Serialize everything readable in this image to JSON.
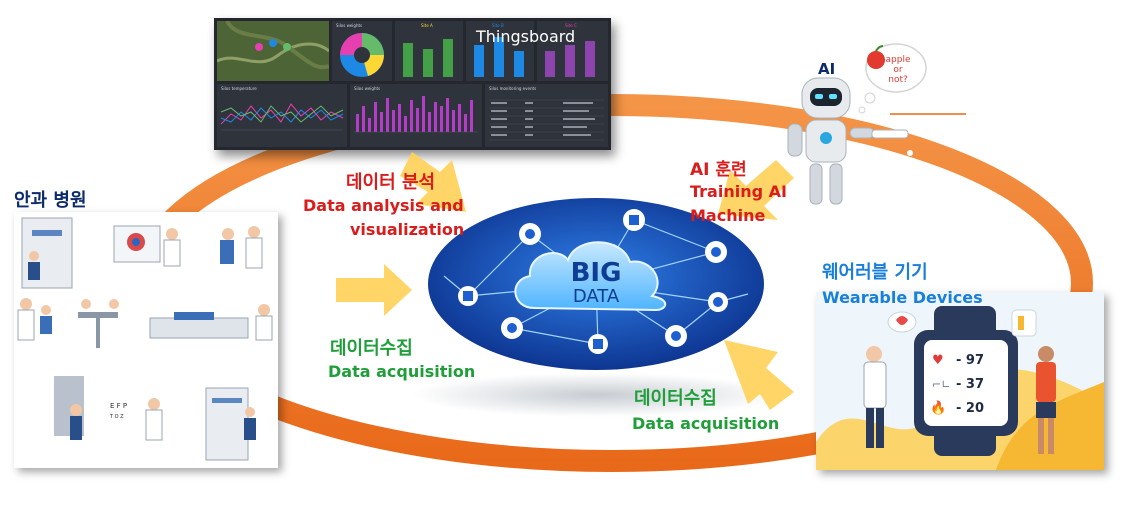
{
  "dashboard": {
    "title": "Thingsboard",
    "tiles": [
      "Silos weights",
      "Site A",
      "Site B",
      "Site C",
      "Silos temperature",
      "Silos weights",
      "Silos monitoring events"
    ],
    "accent_colors": [
      "#e63fb0",
      "#1e88e5",
      "#66bb6a",
      "#fdd835",
      "#8e44ad",
      "#43a047"
    ]
  },
  "ai": {
    "label": "AI",
    "bubble_line1": "apple",
    "bubble_line2": "or",
    "bubble_line3": "not?"
  },
  "hospital": {
    "title": "안과 병원"
  },
  "center": {
    "line1": "BIG",
    "line2": "DATA"
  },
  "labels": {
    "analysis_ko": "데이터 분석",
    "analysis_en_1": "Data analysis and",
    "analysis_en_2": "visualization",
    "training_ko": "AI 훈련",
    "training_en_1": "Training AI",
    "training_en_2": "Machine",
    "acq_left_ko": "데이터수집",
    "acq_left_en": "Data acquisition",
    "acq_right_ko": "데이터수집",
    "acq_right_en": "Data acquisition",
    "wearable_ko": "웨어러블 기기",
    "wearable_en": "Wearable Devices"
  },
  "wearable": {
    "readings": [
      "- 97",
      "- 37",
      "- 20"
    ],
    "reading_icons": [
      "heart-icon",
      "pulse-icon",
      "flame-icon"
    ]
  },
  "colors": {
    "ring": "#f07a26",
    "arrow": "#ffd15a",
    "cloud_bg": "#1140a6",
    "red_text": "#d91c1c",
    "green_text": "#1f9e3a",
    "blue_text": "#1a7fd8"
  }
}
